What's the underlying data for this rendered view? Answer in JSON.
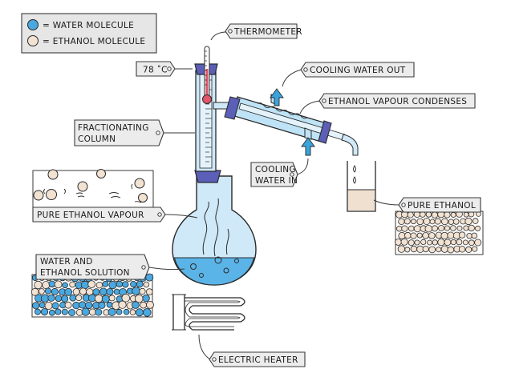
{
  "colors": {
    "water": "#4aa8e0",
    "ethanol": "#f2e2d2",
    "liquid": "#5bb4e8",
    "glass": "#cfe9f8",
    "collected": "#efe0cf",
    "thermometer_bulb": "#e2556a",
    "arrow": "#3aa4dc",
    "stopper": "#5b5fb8",
    "label_bg": "#ececec"
  },
  "legend": {
    "water_label": "= WATER MOLECULE",
    "ethanol_label": "= ETHANOL MOLECULE"
  },
  "labels": {
    "thermometer": "THERMOMETER",
    "temperature": "78 ˚C",
    "cooling_water_out": "COOLING WATER OUT",
    "vapour_condenses": "ETHANOL VAPOUR CONDENSES",
    "fractionating_column": [
      "FRACTIONATING",
      "COLUMN"
    ],
    "cooling_water_in": [
      "COOLING",
      "WATER IN"
    ],
    "pure_ethanol": "PURE ETHANOL",
    "pure_ethanol_vapour": "PURE ETHANOL VAPOUR",
    "solution": [
      "WATER AND",
      "ETHANOL SOLUTION"
    ],
    "electric_heater": "ELECTRIC HEATER"
  }
}
